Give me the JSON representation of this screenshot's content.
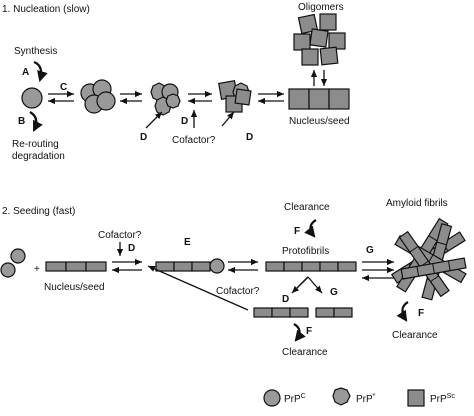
{
  "diagram": {
    "section1_title": "1. Nucleation (slow)",
    "section2_title": "2. Seeding (fast)",
    "labels": {
      "synthesis": "Synthesis",
      "rerouting_line1": "Re-routing",
      "rerouting_line2": "degradation",
      "oligomers": "Oligomers",
      "nucleus_seed_1": "Nucleus/seed",
      "cofactor_1": "Cofactor?",
      "cofactor_2": "Cofactor?",
      "nucleus_seed_2": "Nucleus/seed",
      "plus": "+",
      "clearance_top": "Clearance",
      "protofibrils": "Protofibrils",
      "cofactor_3": "Cofactor?",
      "clearance_bottom": "Clearance",
      "amyloid_fibrils": "Amyloid fibrils",
      "clearance_right": "Clearance"
    },
    "step_letters": {
      "a": "A",
      "b": "B",
      "c": "C",
      "d1": "D",
      "d2": "D",
      "d3": "D",
      "d4": "D",
      "d5": "D",
      "e": "E",
      "f1": "F",
      "f2": "F",
      "f3": "F",
      "g1": "G",
      "g2": "G"
    },
    "legend": [
      {
        "prefix": "PrP",
        "sup": "C",
        "shape": "circle"
      },
      {
        "prefix": "PrP",
        "sup": "*",
        "shape": "octagon"
      },
      {
        "prefix": "PrP",
        "sup": "Sc",
        "shape": "square"
      }
    ]
  }
}
